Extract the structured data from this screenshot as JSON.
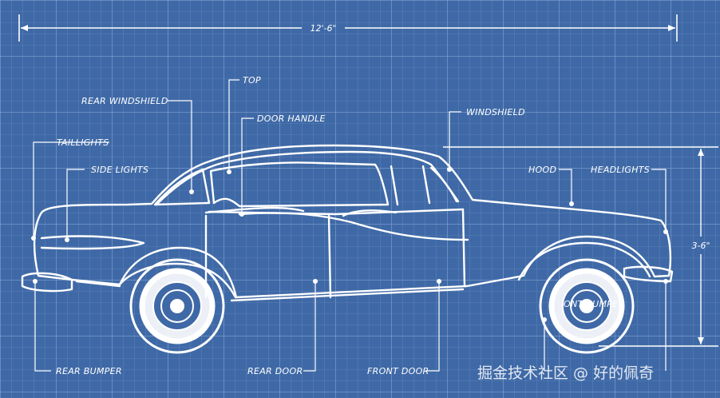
{
  "colors": {
    "background": "#3f69a6",
    "grid_minor": "#6f92c4",
    "grid_major": "#8fb0dc",
    "line": "#ffffff"
  },
  "dimensions": {
    "length": "12'-6\"",
    "height": "3-6\""
  },
  "labels": {
    "top": "TOP",
    "rear_windshield": "REAR WINDSHIELD",
    "door_handle": "DOOR HANDLE",
    "windshield": "WINDSHIELD",
    "taillights": "TAILLIGHTS",
    "side_lights": "SIDE LIGHTS",
    "hood": "HOOD",
    "headlights": "HEADLIGHTS",
    "rear_bumper": "REAR BUMPER",
    "rear_door": "REAR DOOR",
    "front_door": "FRONT DOOR",
    "front_bumper_partial": "ONT BUMPER"
  },
  "watermark": "掘金技术社区 @ 好的佩奇"
}
